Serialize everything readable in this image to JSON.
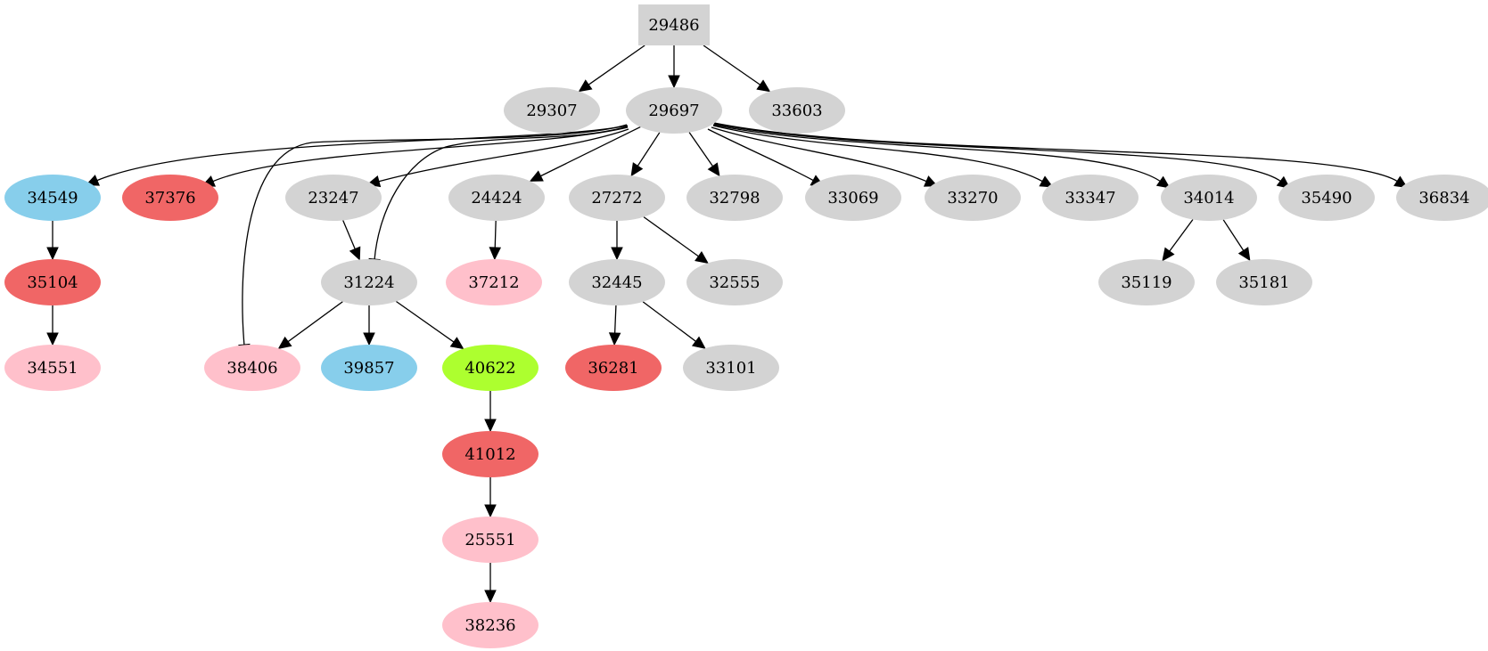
{
  "graph": {
    "type": "directed-tree",
    "palette": {
      "default": "#d3d3d3",
      "pink": "#ffc0cb",
      "red": "#f06666",
      "blue": "#87ceeb",
      "green": "#adff2f"
    },
    "nodes": [
      {
        "id": "29486",
        "label": "29486",
        "shape": "box",
        "color": "default"
      },
      {
        "id": "29307",
        "label": "29307",
        "shape": "ellipse",
        "color": "default"
      },
      {
        "id": "29697",
        "label": "29697",
        "shape": "ellipse",
        "color": "default"
      },
      {
        "id": "33603",
        "label": "33603",
        "shape": "ellipse",
        "color": "default"
      },
      {
        "id": "34549",
        "label": "34549",
        "shape": "ellipse",
        "color": "blue"
      },
      {
        "id": "37376",
        "label": "37376",
        "shape": "ellipse",
        "color": "red"
      },
      {
        "id": "23247",
        "label": "23247",
        "shape": "ellipse",
        "color": "default"
      },
      {
        "id": "24424",
        "label": "24424",
        "shape": "ellipse",
        "color": "default"
      },
      {
        "id": "27272",
        "label": "27272",
        "shape": "ellipse",
        "color": "default"
      },
      {
        "id": "32798",
        "label": "32798",
        "shape": "ellipse",
        "color": "default"
      },
      {
        "id": "33069",
        "label": "33069",
        "shape": "ellipse",
        "color": "default"
      },
      {
        "id": "33270",
        "label": "33270",
        "shape": "ellipse",
        "color": "default"
      },
      {
        "id": "33347",
        "label": "33347",
        "shape": "ellipse",
        "color": "default"
      },
      {
        "id": "34014",
        "label": "34014",
        "shape": "ellipse",
        "color": "default"
      },
      {
        "id": "35490",
        "label": "35490",
        "shape": "ellipse",
        "color": "default"
      },
      {
        "id": "36834",
        "label": "36834",
        "shape": "ellipse",
        "color": "default"
      },
      {
        "id": "35104",
        "label": "35104",
        "shape": "ellipse",
        "color": "red"
      },
      {
        "id": "31224",
        "label": "31224",
        "shape": "ellipse",
        "color": "default"
      },
      {
        "id": "37212",
        "label": "37212",
        "shape": "ellipse",
        "color": "pink"
      },
      {
        "id": "32445",
        "label": "32445",
        "shape": "ellipse",
        "color": "default"
      },
      {
        "id": "32555",
        "label": "32555",
        "shape": "ellipse",
        "color": "default"
      },
      {
        "id": "35119",
        "label": "35119",
        "shape": "ellipse",
        "color": "default"
      },
      {
        "id": "35181",
        "label": "35181",
        "shape": "ellipse",
        "color": "default"
      },
      {
        "id": "34551",
        "label": "34551",
        "shape": "ellipse",
        "color": "pink"
      },
      {
        "id": "38406",
        "label": "38406",
        "shape": "ellipse",
        "color": "pink"
      },
      {
        "id": "39857",
        "label": "39857",
        "shape": "ellipse",
        "color": "blue"
      },
      {
        "id": "40622",
        "label": "40622",
        "shape": "ellipse",
        "color": "green"
      },
      {
        "id": "36281",
        "label": "36281",
        "shape": "ellipse",
        "color": "red"
      },
      {
        "id": "33101",
        "label": "33101",
        "shape": "ellipse",
        "color": "default"
      },
      {
        "id": "41012",
        "label": "41012",
        "shape": "ellipse",
        "color": "red"
      },
      {
        "id": "25551",
        "label": "25551",
        "shape": "ellipse",
        "color": "pink"
      },
      {
        "id": "38236",
        "label": "38236",
        "shape": "ellipse",
        "color": "pink"
      }
    ],
    "edges": [
      {
        "from": "29486",
        "to": "29307"
      },
      {
        "from": "29486",
        "to": "29697"
      },
      {
        "from": "29486",
        "to": "33603"
      },
      {
        "from": "29697",
        "to": "34549"
      },
      {
        "from": "29697",
        "to": "37376"
      },
      {
        "from": "29697",
        "to": "38406"
      },
      {
        "from": "29697",
        "to": "23247"
      },
      {
        "from": "29697",
        "to": "31224"
      },
      {
        "from": "29697",
        "to": "24424"
      },
      {
        "from": "29697",
        "to": "27272"
      },
      {
        "from": "29697",
        "to": "32798"
      },
      {
        "from": "29697",
        "to": "33069"
      },
      {
        "from": "29697",
        "to": "33270"
      },
      {
        "from": "29697",
        "to": "33347"
      },
      {
        "from": "29697",
        "to": "34014"
      },
      {
        "from": "29697",
        "to": "35490"
      },
      {
        "from": "29697",
        "to": "36834"
      },
      {
        "from": "34549",
        "to": "35104"
      },
      {
        "from": "35104",
        "to": "34551"
      },
      {
        "from": "23247",
        "to": "31224"
      },
      {
        "from": "24424",
        "to": "37212"
      },
      {
        "from": "27272",
        "to": "32445"
      },
      {
        "from": "27272",
        "to": "32555"
      },
      {
        "from": "34014",
        "to": "35119"
      },
      {
        "from": "34014",
        "to": "35181"
      },
      {
        "from": "31224",
        "to": "38406"
      },
      {
        "from": "31224",
        "to": "39857"
      },
      {
        "from": "31224",
        "to": "40622"
      },
      {
        "from": "32445",
        "to": "36281"
      },
      {
        "from": "32445",
        "to": "33101"
      },
      {
        "from": "40622",
        "to": "41012"
      },
      {
        "from": "41012",
        "to": "25551"
      },
      {
        "from": "25551",
        "to": "38236"
      }
    ]
  }
}
